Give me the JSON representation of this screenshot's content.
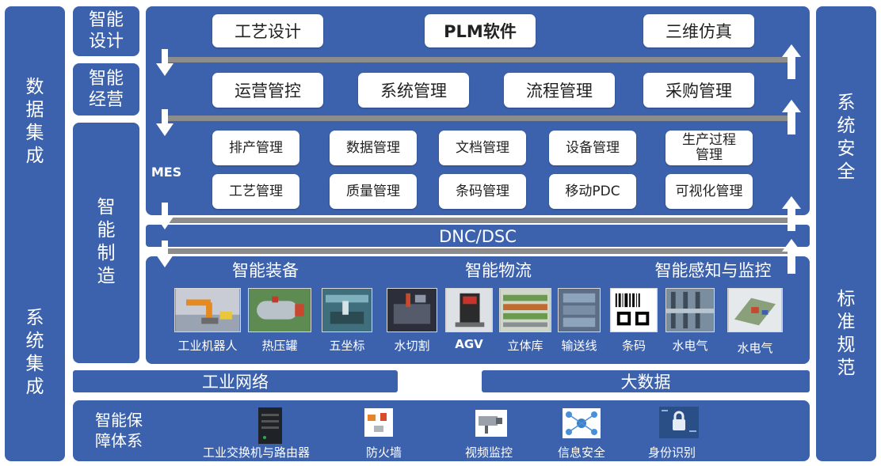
{
  "side_left": {
    "top": "数据集成",
    "bottom": "系统集成"
  },
  "side_right": {
    "top": "系统安全",
    "bottom": "标准规范"
  },
  "rows": {
    "design": {
      "label": "智能设计",
      "items": [
        "工艺设计",
        "PLM软件",
        "三维仿真"
      ]
    },
    "operation": {
      "label": "智能经营",
      "items": [
        "运营管控",
        "系统管理",
        "流程管理",
        "采购管理"
      ]
    },
    "manufacture": {
      "label": "智能制造",
      "mes_label": "MES",
      "mes_row1": [
        "排产管理",
        "数据管理",
        "文档管理",
        "设备管理",
        "生产过程管理"
      ],
      "mes_row2": [
        "工艺管理",
        "质量管理",
        "条码管理",
        "移动PDC",
        "可视化管理"
      ],
      "dnc": "DNC/DSC",
      "equip_headers": [
        "智能装备",
        "智能物流",
        "智能感知与监控"
      ],
      "equipment": [
        "工业机器人",
        "热压罐",
        "五坐标",
        "水切割",
        "AGV",
        "立体库",
        "输送线",
        "条码",
        "水电气",
        "水电气"
      ]
    }
  },
  "network": {
    "left": "工业网络",
    "right": "大数据"
  },
  "support": {
    "label": "智能保障体系",
    "items": [
      "工业交换机与路由器",
      "防火墙",
      "视频监控",
      "信息安全",
      "身份识别"
    ]
  }
}
